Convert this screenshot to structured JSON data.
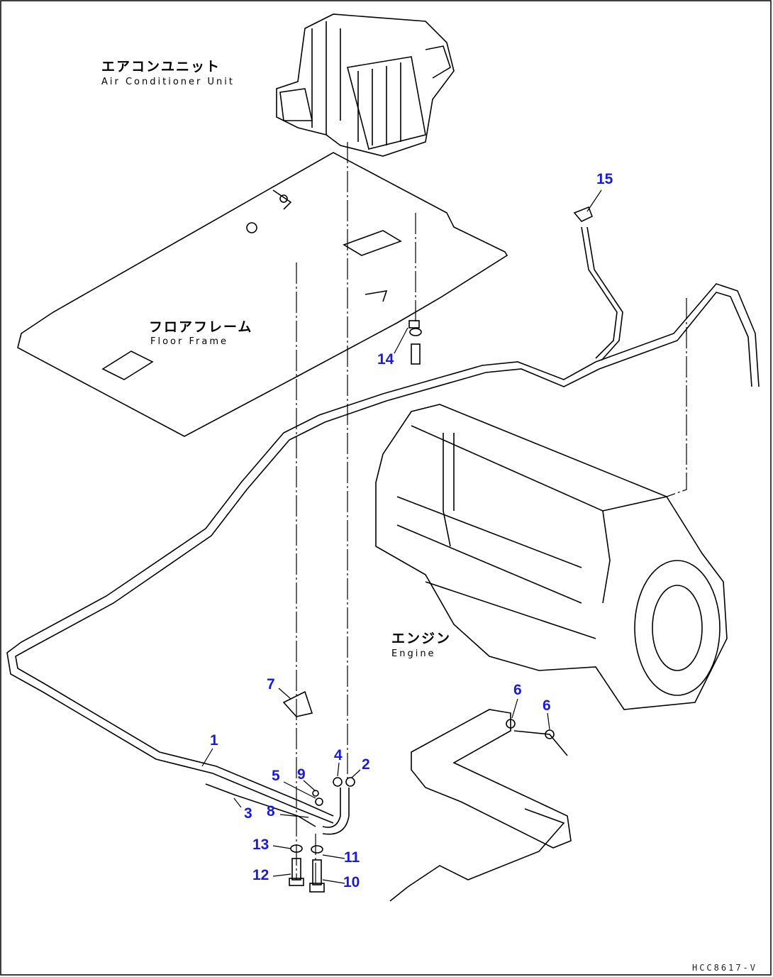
{
  "labels": {
    "ac_unit_jp": "エアコンユニット",
    "ac_unit_en": "Air Conditioner Unit",
    "floor_frame_jp": "フロアフレーム",
    "floor_frame_en": "Floor Frame",
    "engine_jp": "エンジン",
    "engine_en": "Engine"
  },
  "part_numbers": [
    "1",
    "2",
    "3",
    "4",
    "5",
    "6",
    "6",
    "7",
    "8",
    "9",
    "10",
    "11",
    "12",
    "13",
    "14",
    "15"
  ],
  "drawing_code": "HCC8617-V",
  "colors": {
    "callout": "#1a1adc",
    "line": "#000000"
  }
}
